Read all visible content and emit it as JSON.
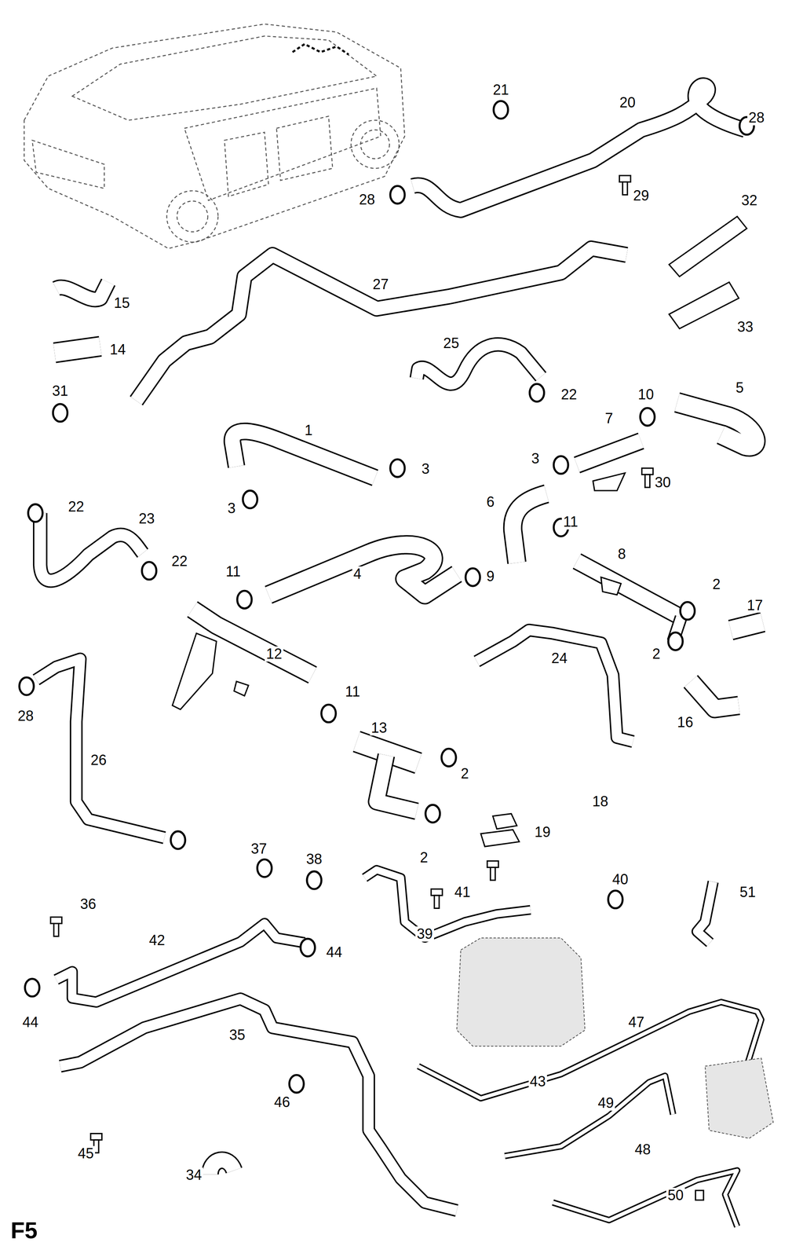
{
  "diagram": {
    "labels": [
      "21",
      "20",
      "28",
      "28",
      "29",
      "32",
      "27",
      "15",
      "14",
      "33",
      "25",
      "22",
      "31",
      "1",
      "10",
      "5",
      "7",
      "3",
      "3",
      "30",
      "3",
      "22",
      "23",
      "6",
      "11",
      "22",
      "8",
      "11",
      "4",
      "9",
      "2",
      "17",
      "12",
      "24",
      "2",
      "11",
      "28",
      "16",
      "13",
      "26",
      "18",
      "2",
      "19",
      "2",
      "37",
      "38",
      "40",
      "41",
      "51",
      "36",
      "39",
      "42",
      "44",
      "44",
      "35",
      "47",
      "43",
      "46",
      "49",
      "45",
      "48",
      "34",
      "50",
      "F5"
    ]
  }
}
